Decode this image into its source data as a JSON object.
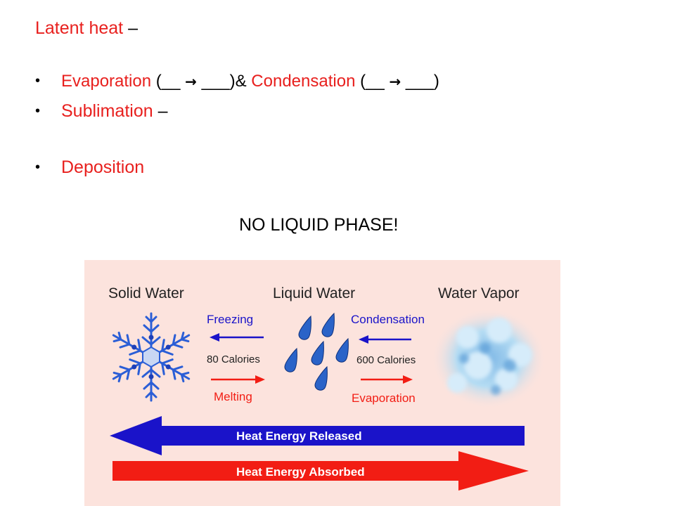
{
  "title": {
    "term": "Latent heat",
    "dash": " –"
  },
  "bullets": {
    "evaporation": {
      "term": "Evaporation",
      "blank_a": " (__",
      "arrow": "→",
      "blank_b": "___)",
      "amp": "& ",
      "term2": "Condensation",
      "blank_c": " (__",
      "arrow2": "→",
      "blank_d": "___)"
    },
    "sublimation": {
      "term": "Sublimation",
      "dash": " –"
    },
    "deposition": {
      "term": "Deposition"
    }
  },
  "note": "NO LIQUID PHASE!",
  "diagram": {
    "solid_label": "Solid Water",
    "liquid_label": "Liquid Water",
    "vapor_label": "Water Vapor",
    "freezing": "Freezing",
    "calories_80": "80 Calories",
    "melting": "Melting",
    "condensation": "Condensation",
    "calories_600": "600 Calories",
    "evaporation": "Evaporation",
    "released": "Heat Energy Released",
    "absorbed": "Heat Energy Absorbed",
    "colors": {
      "background": "#fce3dd",
      "blue": "#1a13c9",
      "red": "#f21d14",
      "snowflake": "#2b5ed6",
      "droplet": "#2a63c8",
      "vapor": "#a9d4ef"
    }
  }
}
